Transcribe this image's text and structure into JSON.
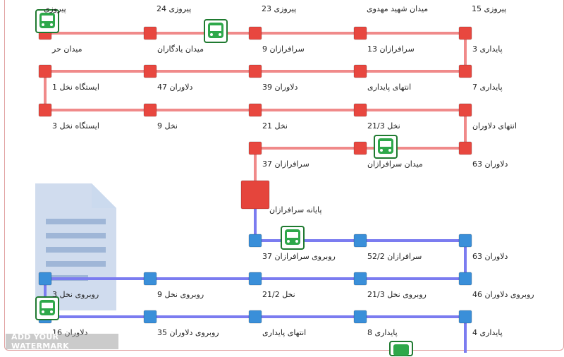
{
  "watermark": {
    "text": "ADD YOUR WATERMARK"
  },
  "colors": {
    "red_line": "#f08a8a",
    "red_stop": "#e8473f",
    "blue_line": "#7b7cf0",
    "blue_stop": "#3a8fd9",
    "bus_green": "#2ea84a"
  },
  "top_labels": [
    "پیروزی",
    "پیروزی 24",
    "پیروزی 23",
    "میدان شهید مهدوی",
    "پیروزی 15"
  ],
  "stations": {
    "r1c1": "میدان حر",
    "r1c2": "میدان یادگاران",
    "r1c3": "سرافرازان 9",
    "r1c4": "سرافرازان 13",
    "r1c5": "پایداری 3",
    "r2c1": "ایستگاه نخل 1",
    "r2c2": "دلاوران 47",
    "r2c3": "دلاوران 39",
    "r2c4": "انتهای پایداری",
    "r2c5": "پایداری 7",
    "r3c1": "ایستگاه نخل 3",
    "r3c2": "نخل 9",
    "r3c3": "نخل 21",
    "r3c4": "نخل 21/3",
    "r3c5": "انتهای دلاوران",
    "r4c3": "سرافرازان 37",
    "r4c4": "میدان سرافرازان",
    "r4c5": "دلاوران 63",
    "terminal": "پایانه سرافرازان",
    "b1c3": "روبروی سرافرازان 37",
    "b1c4": "سرافرازان 52/2",
    "b1c5": "دلاوران 63",
    "b2c1": "روبروی نخل 3",
    "b2c2": "روبروی نخل 9",
    "b2c3": "نخل 21/2",
    "b2c4": "روبروی نخل 21/3",
    "b2c5": "روبروی دلاوران 46",
    "b3c1": "دلاوران 16",
    "b3c2": "روبروی دلاوران 35",
    "b3c3": "انتهای پایداری",
    "b3c4": "پایداری 8",
    "b3c5": "پایداری 4"
  }
}
